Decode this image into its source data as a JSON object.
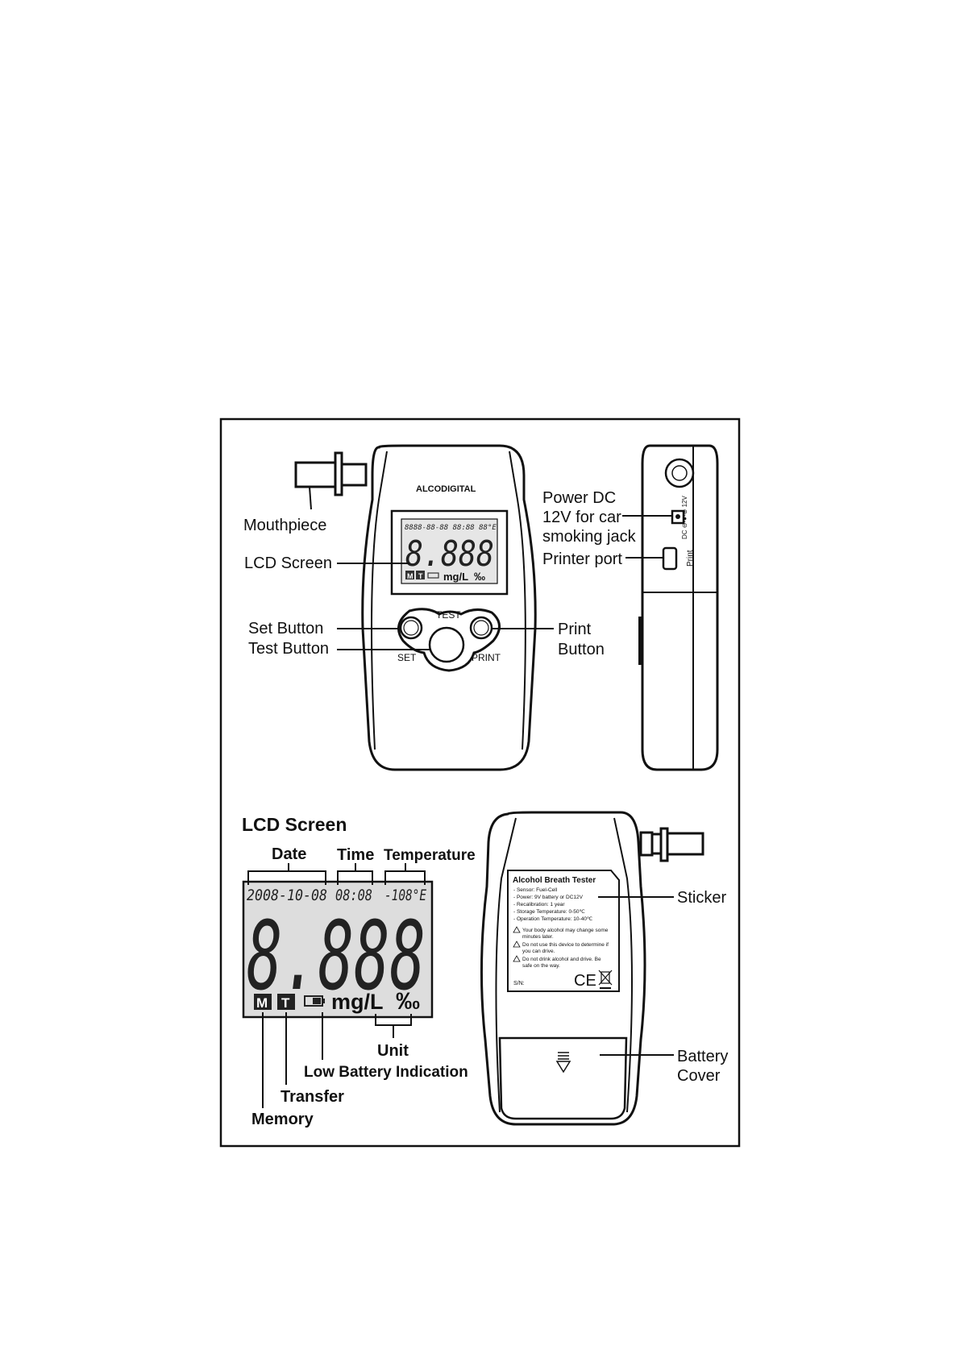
{
  "front": {
    "brand": "ALCODIGITAL",
    "lcd_top": "8888-88-88 88:88 88°E",
    "lcd_digits": "8.888",
    "lcd_icon_m": "M",
    "lcd_icon_t": "T",
    "lcd_unit_mgl": "mg/L",
    "lcd_unit_permil": "‰",
    "btn_test": "TEST",
    "btn_set": "SET",
    "btn_print": "PRINT",
    "labels": {
      "mouthpiece": "Mouthpiece",
      "lcd_screen": "LCD Screen",
      "set_button": "Set Button",
      "test_button": "Test Button",
      "print_button_1": "Print",
      "print_button_2": "Button"
    }
  },
  "side": {
    "jack_label": "DC ⊖-●-⊕ 12V",
    "print_label": "Print",
    "labels": {
      "power_1": "Power DC",
      "power_2": "12V for car",
      "power_3": "smoking jack",
      "printer_port": "Printer port"
    }
  },
  "lcd_detail": {
    "heading": "LCD Screen",
    "date": "2008-10-08",
    "time": "08:08",
    "temp": "-108°E",
    "digits": "8.888",
    "icon_m": "M",
    "icon_t": "T",
    "unit_mgl": "mg/L",
    "unit_permil": "‰",
    "labels": {
      "date": "Date",
      "time": "Time",
      "temperature": "Temperature",
      "unit": "Unit",
      "low_battery": "Low Battery Indication",
      "transfer": "Transfer",
      "memory": "Memory"
    }
  },
  "back": {
    "sticker_title": "Alcohol Breath Tester",
    "sticker_lines": [
      "- Sensor: Fuel-Cell",
      "- Power: 9V battery or DC12V",
      "- Recalibration:  1 year",
      "- Storage Temperature: 0-50℃",
      "- Operation Temperature: 10-40℃"
    ],
    "sticker_warnings": [
      "Your body alcohol may change some",
      "minutes later.",
      "Do not use this device to determine if",
      "you can drive.",
      "Do not drink alcohol and drive. Be",
      "safe on the way."
    ],
    "sn": "S/N:",
    "ce": "CE",
    "labels": {
      "sticker": "Sticker",
      "battery_1": "Battery",
      "battery_2": "Cover"
    }
  }
}
